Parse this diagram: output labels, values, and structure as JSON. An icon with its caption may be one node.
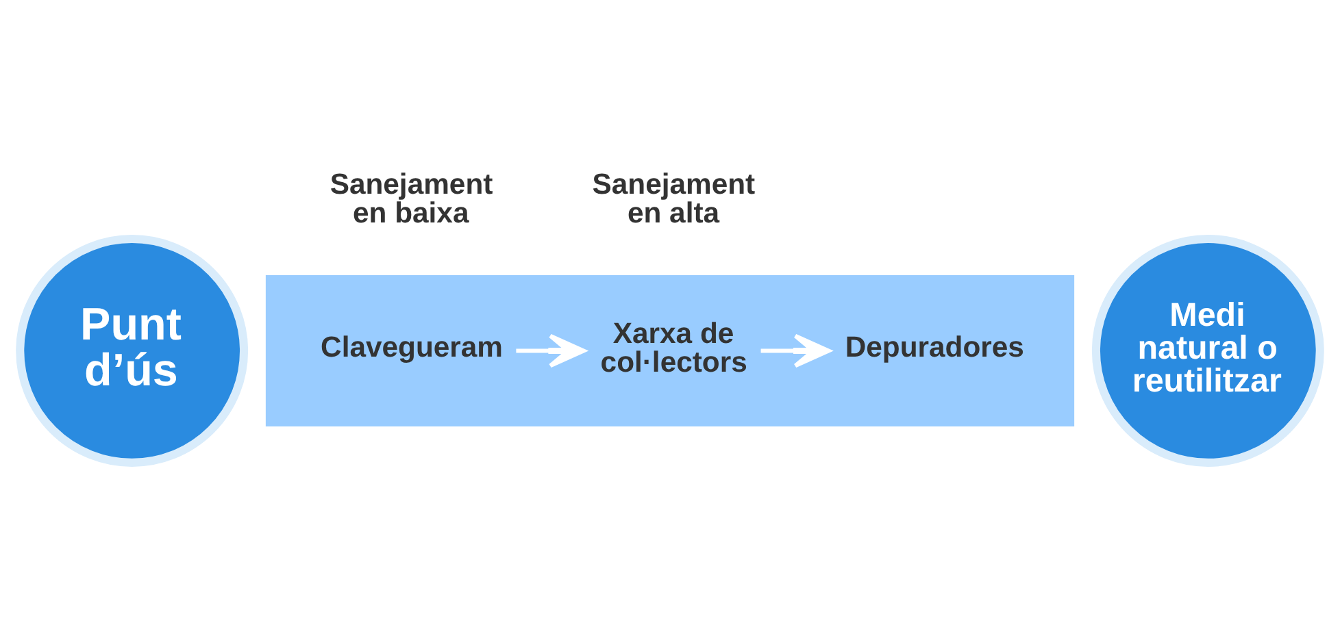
{
  "diagram": {
    "nodes": [
      {
        "text": [
          "Punt d’ús"
        ]
      },
      {
        "text": [],
        "shape": "bar"
      },
      {
        "text": [
          "Clavegueram"
        ],
        "in": 1
      },
      {
        "text": [
          "Xarxa de col·lectors"
        ],
        "in": 1
      },
      {
        "text": [
          "Depuradores"
        ],
        "in": 1
      },
      {
        "text": [
          "Medi natural o reutilitzar"
        ]
      }
    ],
    "edges": [
      {
        "from": 2,
        "to": 3,
        "arrow": "to"
      },
      {
        "from": 3,
        "to": 4,
        "arrow": "to"
      }
    ],
    "labels": [
      "Sanejament en baixa",
      "Sanejament en alta"
    ]
  }
}
